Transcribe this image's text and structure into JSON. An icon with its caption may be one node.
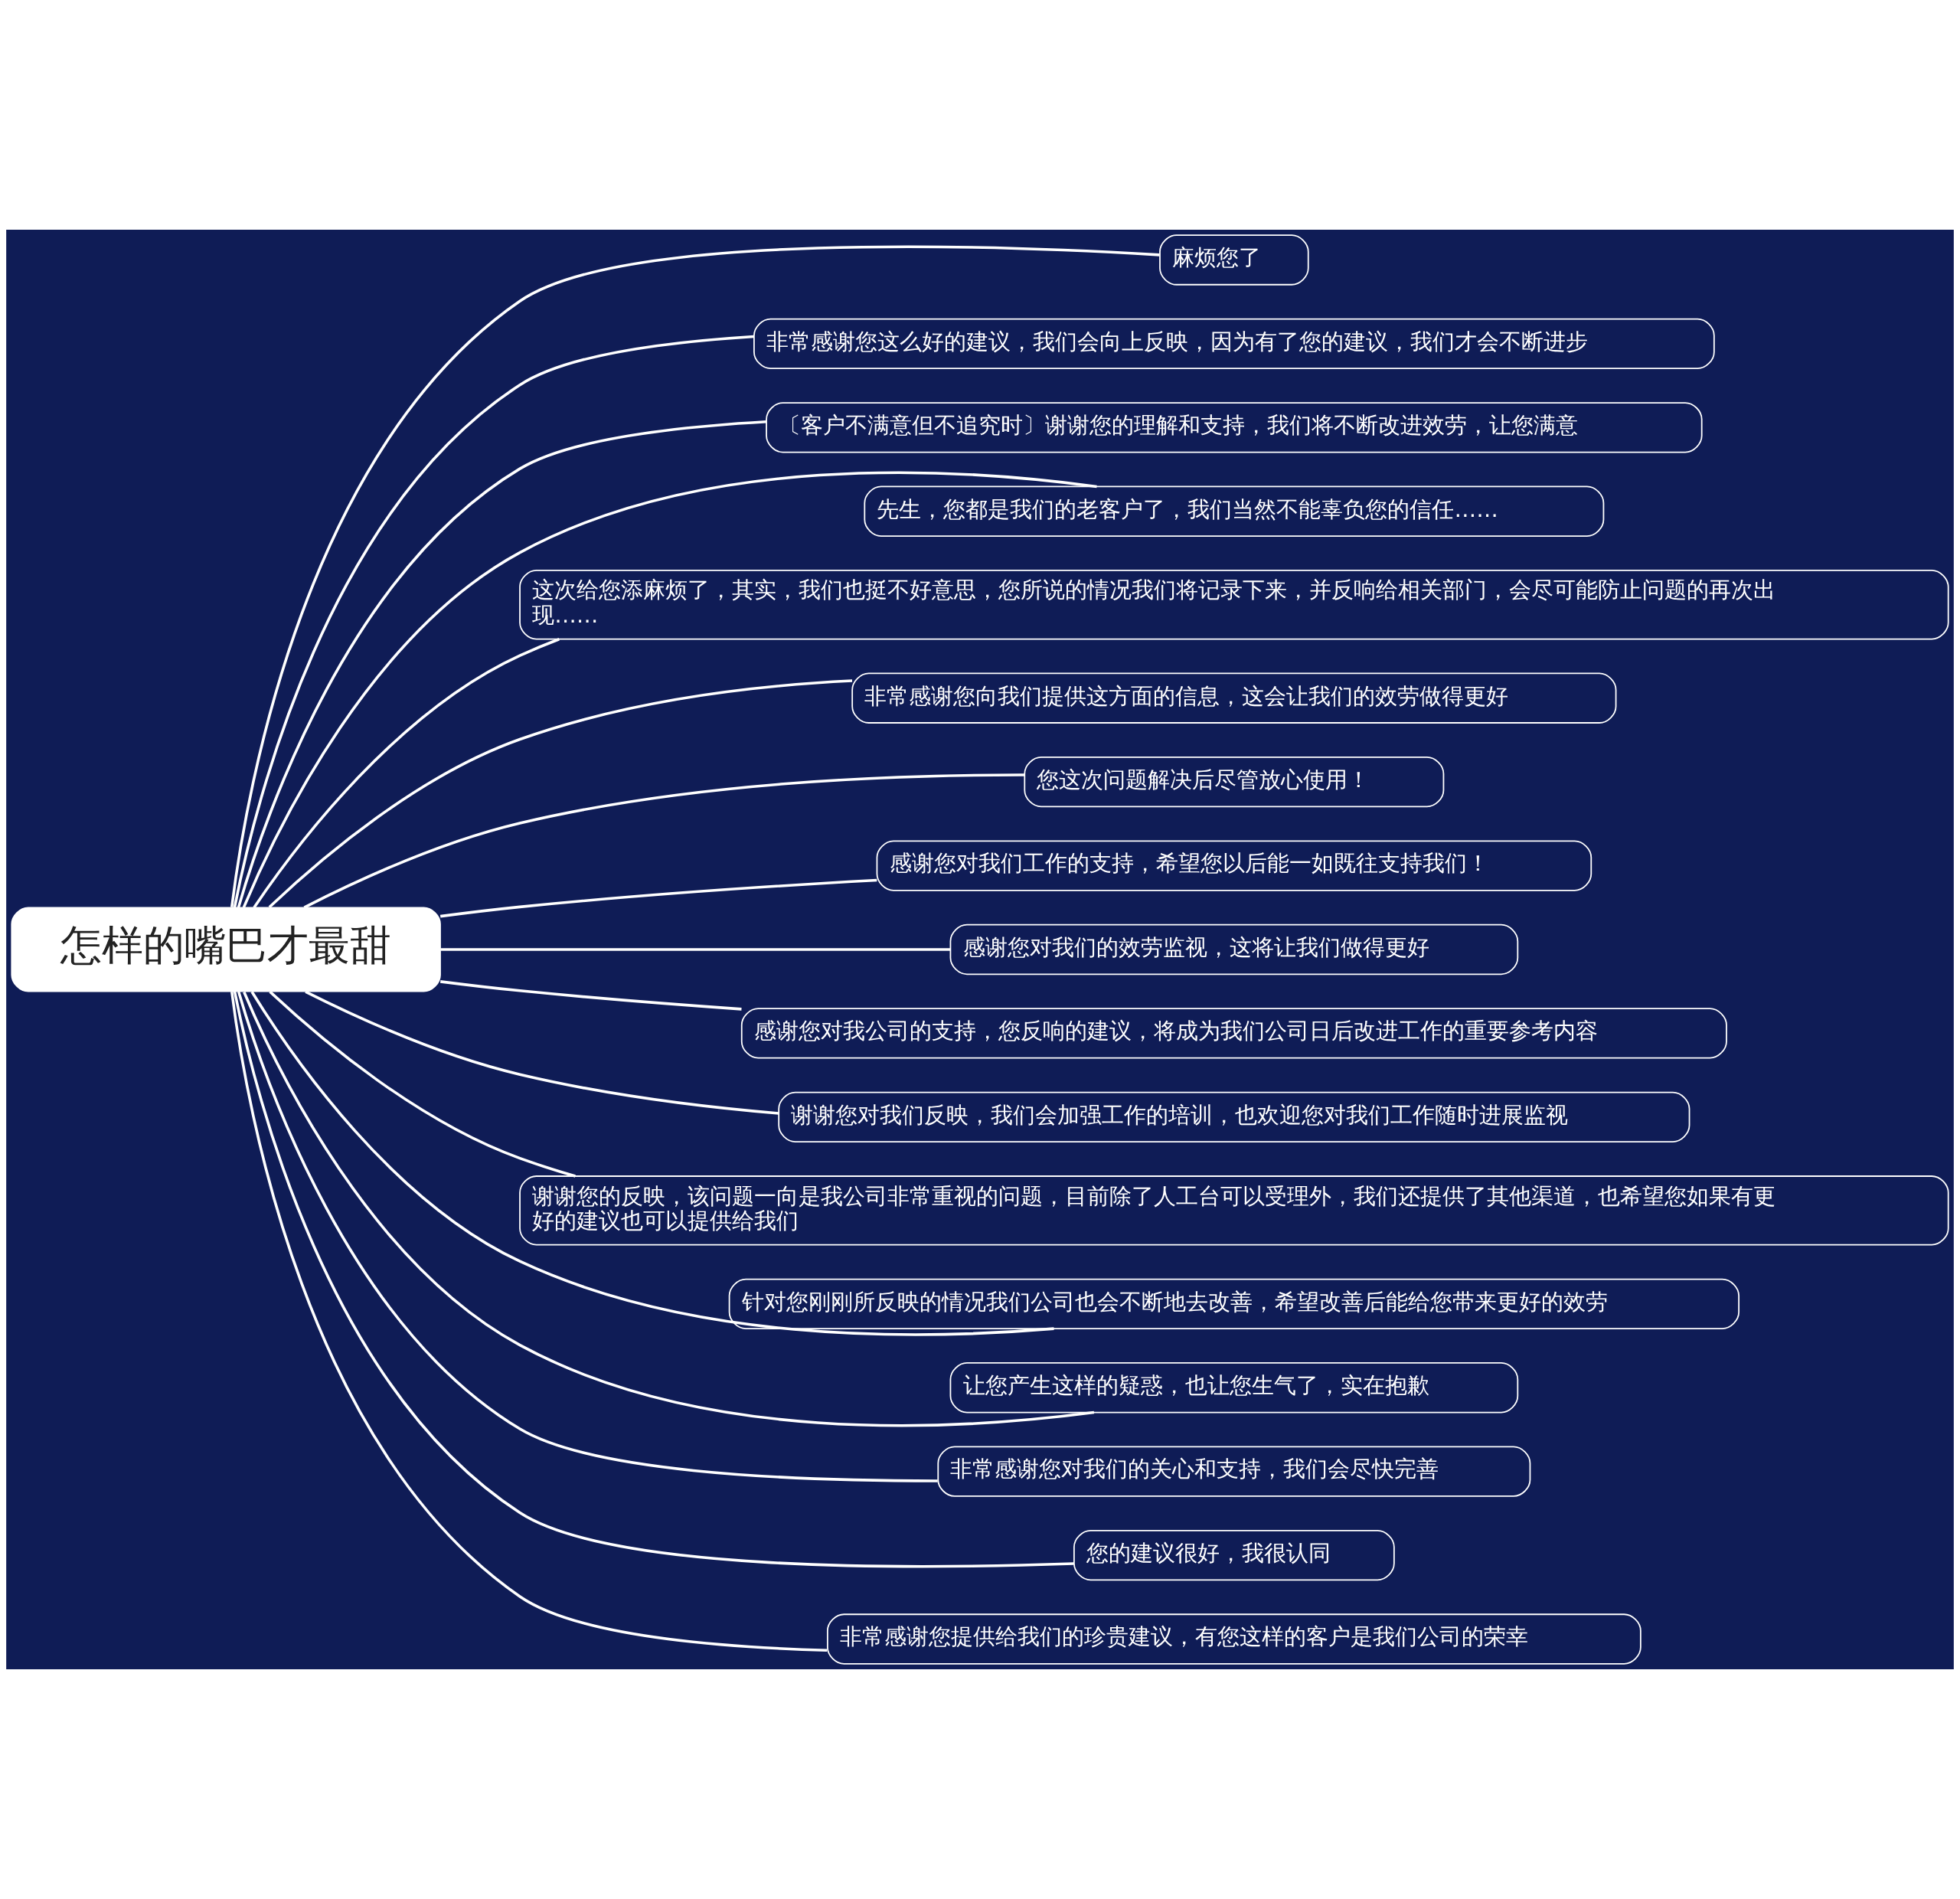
{
  "diagram": {
    "nodes": [
      {
        "text": [
          "怎样的嘴巴才最甜"
        ]
      },
      {
        "text": [
          "麻烦您了"
        ]
      },
      {
        "text": [
          "非常感谢您这么好的建议，我们会向上反映，因为有了您的建议，我们才会不断进步"
        ]
      },
      {
        "text": [
          "〔客户不满意但不追究时〕谢谢您的理解和支持，我们将不断改进效劳，让您满意"
        ]
      },
      {
        "text": [
          "先生，您都是我们的老客户了，我们当然不能辜负您的信任……"
        ]
      },
      {
        "text": [
          "这次给您添麻烦了，其实，我们也挺不好意思，您所说的情况我们将记录下来，并反响给相关部门，会尽可能防止问题的再次出现……"
        ]
      },
      {
        "text": [
          "非常感谢您向我们提供这方面的信息，这会让我们的效劳做得更好"
        ]
      },
      {
        "text": [
          "您这次问题解决后尽管放心使用！"
        ]
      },
      {
        "text": [
          "感谢您对我们工作的支持，希望您以后能一如既往支持我们！"
        ]
      },
      {
        "text": [
          "感谢您对我们的效劳监视，这将让我们做得更好"
        ]
      },
      {
        "text": [
          "感谢您对我公司的支持，您反响的建议，将成为我们公司日后改进工作的重要参考内容"
        ]
      },
      {
        "text": [
          "谢谢您对我们反映，我们会加强工作的培训，也欢迎您对我们工作随时进展监视"
        ]
      },
      {
        "text": [
          "谢谢您的反映，该问题一向是我公司非常重视的问题，目前除了人工台可以受理外，我们还提供了其他渠道，也希望您如果有更好的建议也可以提供给我们"
        ]
      },
      {
        "text": [
          "针对您刚刚所反映的情况我们公司也会不断地去改善，希望改善后能给您带来更好的效劳"
        ]
      },
      {
        "text": [
          "让您产生这样的疑惑，也让您生气了，实在抱歉"
        ]
      },
      {
        "text": [
          "非常感谢您对我们的关心和支持，我们会尽快完善"
        ]
      },
      {
        "text": [
          "您的建议很好，我很认同"
        ]
      },
      {
        "text": [
          "非常感谢您提供给我们的珍贵建议，有您这样的客户是我们公司的荣幸"
        ]
      }
    ],
    "edges": [
      {
        "from": 0,
        "to": 1,
        "arrow": "none"
      },
      {
        "from": 0,
        "to": 2,
        "arrow": "none"
      },
      {
        "from": 0,
        "to": 3,
        "arrow": "none"
      },
      {
        "from": 0,
        "to": 4,
        "arrow": "none"
      },
      {
        "from": 0,
        "to": 5,
        "arrow": "none"
      },
      {
        "from": 0,
        "to": 6,
        "arrow": "none"
      },
      {
        "from": 0,
        "to": 7,
        "arrow": "none"
      },
      {
        "from": 0,
        "to": 8,
        "arrow": "none"
      },
      {
        "from": 0,
        "to": 9,
        "arrow": "none"
      },
      {
        "from": 0,
        "to": 10,
        "arrow": "none"
      },
      {
        "from": 0,
        "to": 11,
        "arrow": "none"
      },
      {
        "from": 0,
        "to": 12,
        "arrow": "none"
      },
      {
        "from": 0,
        "to": 13,
        "arrow": "none"
      },
      {
        "from": 0,
        "to": 14,
        "arrow": "none"
      },
      {
        "from": 0,
        "to": 15,
        "arrow": "none"
      },
      {
        "from": 0,
        "to": 16,
        "arrow": "none"
      },
      {
        "from": 0,
        "to": 17,
        "arrow": "none"
      }
    ]
  }
}
